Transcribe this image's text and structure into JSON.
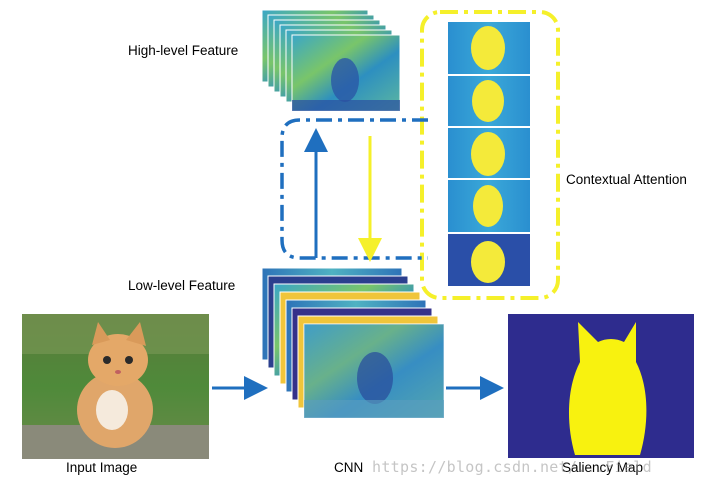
{
  "labels": {
    "high_level_feature": "High-level Feature",
    "low_level_feature": "Low-level Feature",
    "contextual_attention": "Contextual Attention",
    "input_image": "Input Image",
    "cnn": "CNN",
    "saliency_map": "Saliency Map"
  },
  "watermark": "https://blog.csdn.net/...Field",
  "colors": {
    "flow_arrow": "#1f6fbf",
    "loop_dashdot": "#1f6fbf",
    "attention_dashdot": "#f5f02a",
    "attention_arrow": "#f5f02a",
    "feature_yellow": "#f4ea3a",
    "feature_blue": "#2a4fa8",
    "saliency_background": "#2e2c8e",
    "saliency_foreground": "#f8f20f"
  },
  "icons": [
    "kitten-photo",
    "feature-map-stack",
    "attention-map",
    "saliency-map"
  ]
}
